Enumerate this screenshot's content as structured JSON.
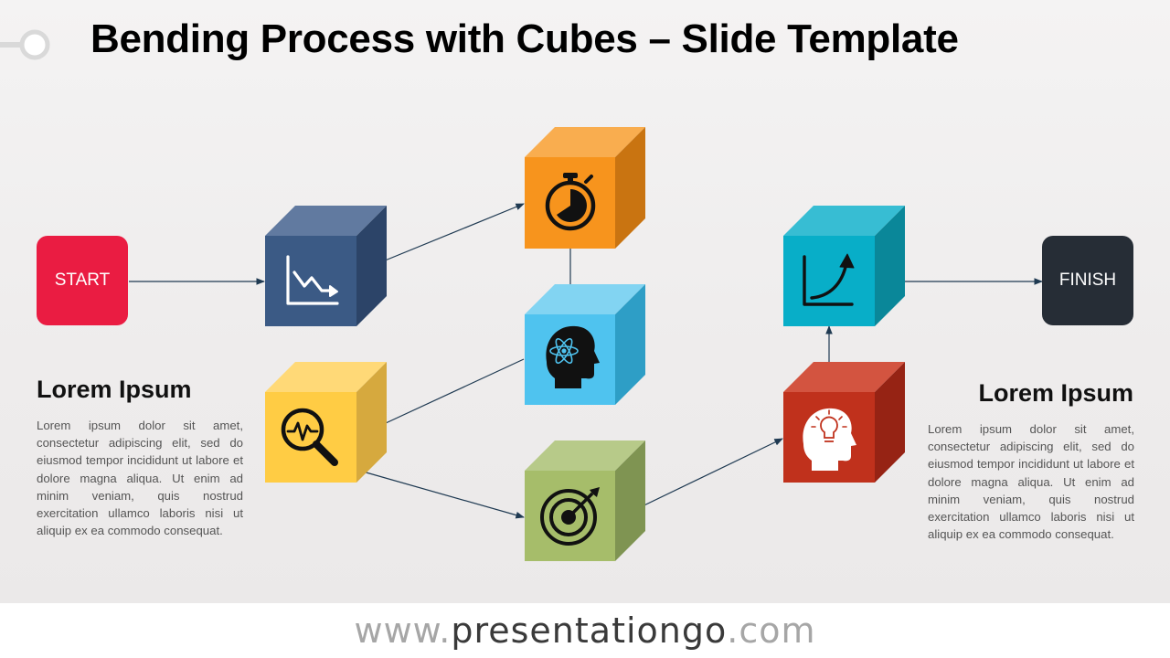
{
  "slide": {
    "title": "Bending Process with Cubes – Slide Template"
  },
  "flow": {
    "start_label": "START",
    "finish_label": "FINISH",
    "cubes": [
      {
        "id": "declining-chart",
        "icon": "declining-chart-icon",
        "color": "#3b5a85"
      },
      {
        "id": "stopwatch",
        "icon": "stopwatch-icon",
        "color": "#f7941d"
      },
      {
        "id": "atom-head",
        "icon": "atom-head-icon",
        "color": "#4fc3ef"
      },
      {
        "id": "magnifier",
        "icon": "magnifier-pulse-icon",
        "color": "#ffcc44"
      },
      {
        "id": "target",
        "icon": "target-icon",
        "color": "#a6bd6a"
      },
      {
        "id": "idea-head",
        "icon": "idea-head-icon",
        "color": "#c0311c"
      },
      {
        "id": "growth-chart",
        "icon": "growth-chart-icon",
        "color": "#08aec8"
      }
    ]
  },
  "captions": {
    "left": {
      "title": "Lorem Ipsum",
      "body": "Lorem ipsum dolor sit amet, consectetur adipiscing elit, sed do eiusmod tempor incididunt ut labore et dolore magna aliqua. Ut enim ad minim veniam, quis nostrud exercitation ullamco laboris nisi ut aliquip ex ea commodo consequat."
    },
    "right": {
      "title": "Lorem Ipsum",
      "body": "Lorem ipsum dolor sit amet, consectetur adipiscing elit, sed do eiusmod tempor incididunt ut labore et dolore magna aliqua. Ut enim ad minim veniam, quis nostrud exercitation ullamco laboris nisi ut aliquip ex ea commodo consequat."
    }
  },
  "footer": {
    "prefix": "www.",
    "brand": "presentationgo",
    "suffix": ".com"
  }
}
